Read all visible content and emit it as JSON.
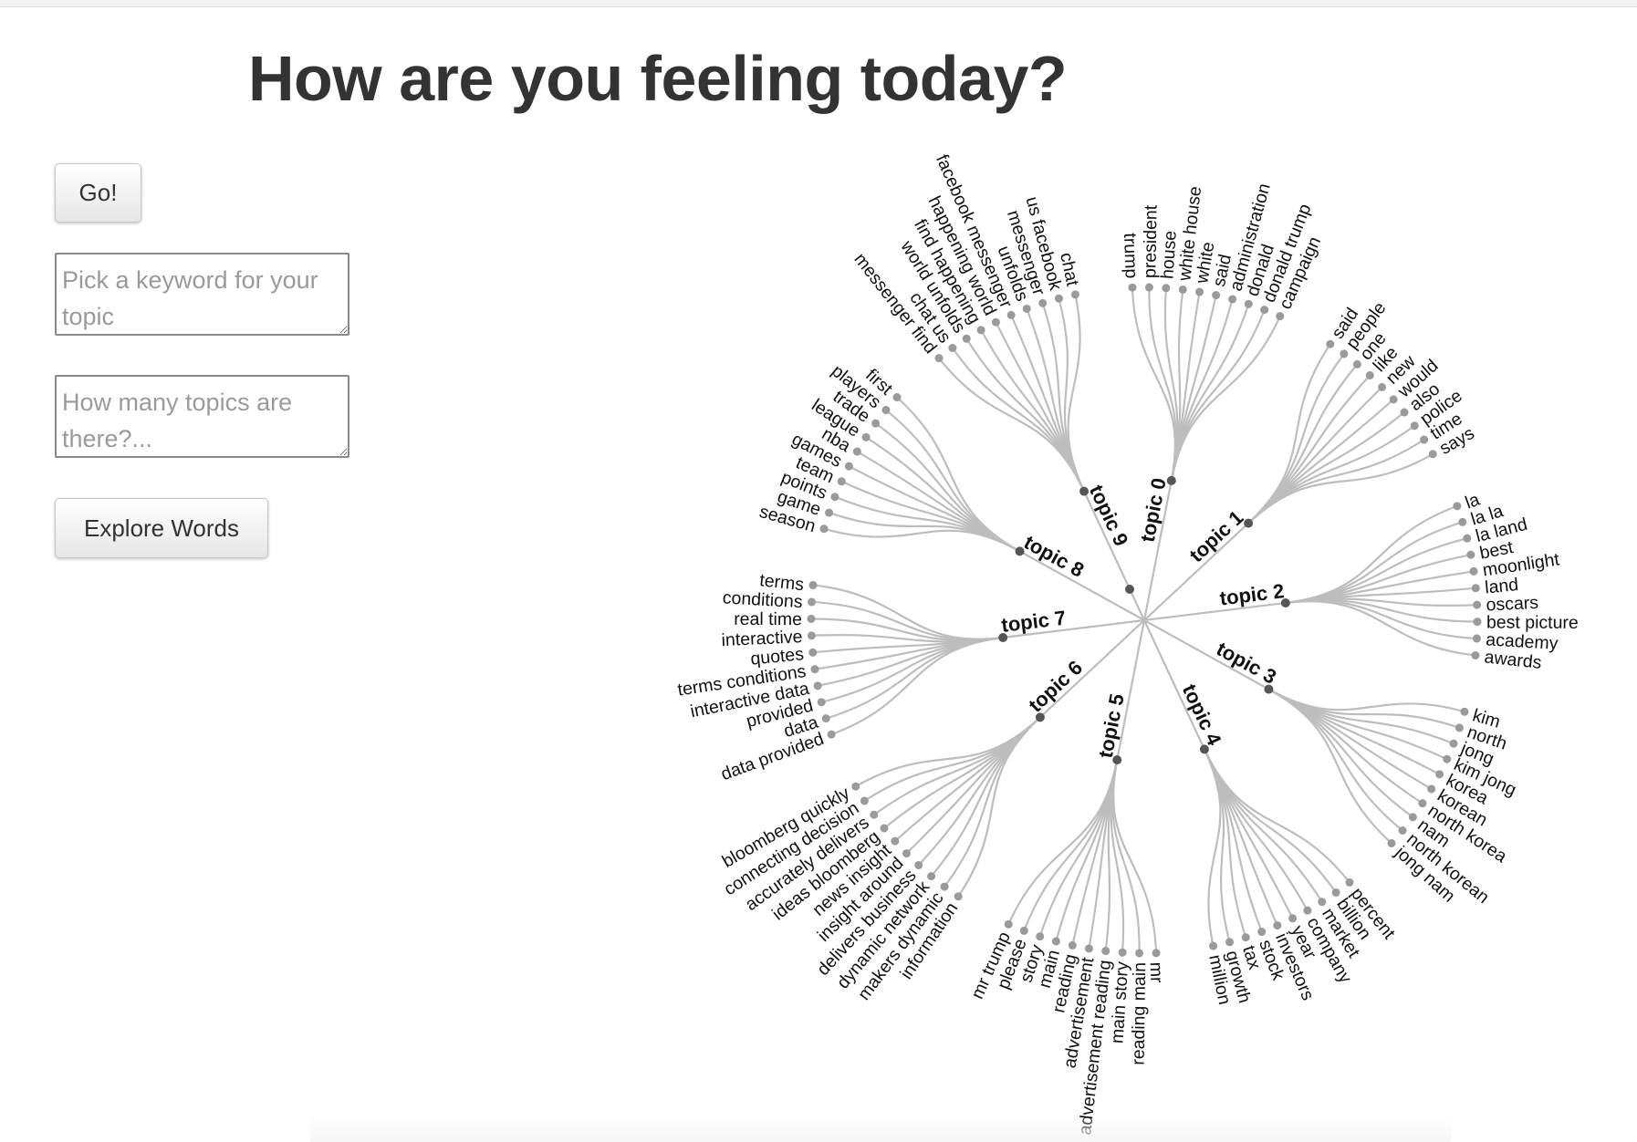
{
  "page": {
    "title": "How are you feeling today?"
  },
  "controls": {
    "go_label": "Go!",
    "keyword_placeholder": "Pick a keyword for your topic",
    "topics_placeholder": "How many topics are there?...",
    "explore_label": "Explore Words"
  },
  "colors": {
    "link": "#bdbdbd",
    "node": "#555555",
    "leaf": "#9a9a9a",
    "title": "#333333"
  },
  "tree": {
    "topics": [
      {
        "label": "topic 0",
        "words": [
          "trump",
          "president",
          "house",
          "white house",
          "white",
          "said",
          "administration",
          "donald",
          "donald trump",
          "campaign"
        ]
      },
      {
        "label": "topic 1",
        "words": [
          "said",
          "people",
          "one",
          "like",
          "new",
          "would",
          "also",
          "police",
          "time",
          "says"
        ]
      },
      {
        "label": "topic 2",
        "words": [
          "la",
          "la la",
          "la land",
          "best",
          "moonlight",
          "land",
          "oscars",
          "best picture",
          "academy",
          "awards"
        ]
      },
      {
        "label": "topic 3",
        "words": [
          "kim",
          "north",
          "jong",
          "kim jong",
          "korea",
          "korean",
          "north korea",
          "nam",
          "north korean",
          "jong nam"
        ]
      },
      {
        "label": "topic 4",
        "words": [
          "percent",
          "billion",
          "market",
          "company",
          "year",
          "investors",
          "stock",
          "tax",
          "growth",
          "million"
        ]
      },
      {
        "label": "topic 5",
        "words": [
          "mr",
          "reading main",
          "main story",
          "advertisement reading",
          "advertisement",
          "reading",
          "main",
          "story",
          "please",
          "mr trump"
        ]
      },
      {
        "label": "topic 6",
        "words": [
          "information",
          "makers dynamic",
          "dynamic network",
          "delivers business",
          "insight around",
          "news insight",
          "ideas bloomberg",
          "accurately delivers",
          "connecting decision",
          "bloomberg quickly"
        ]
      },
      {
        "label": "topic 7",
        "words": [
          "data provided",
          "data",
          "provided",
          "interactive data",
          "terms conditions",
          "quotes",
          "interactive",
          "real time",
          "conditions",
          "terms"
        ]
      },
      {
        "label": "topic 8",
        "words": [
          "season",
          "game",
          "points",
          "team",
          "games",
          "nba",
          "league",
          "trade",
          "players",
          "first"
        ]
      },
      {
        "label": "topic 9",
        "words": [
          "messenger find",
          "chat us",
          "world unfolds",
          "find happening",
          "happening world",
          "facebook messenger",
          "unfolds",
          "messenger",
          "us facebook",
          "chat"
        ]
      }
    ]
  }
}
